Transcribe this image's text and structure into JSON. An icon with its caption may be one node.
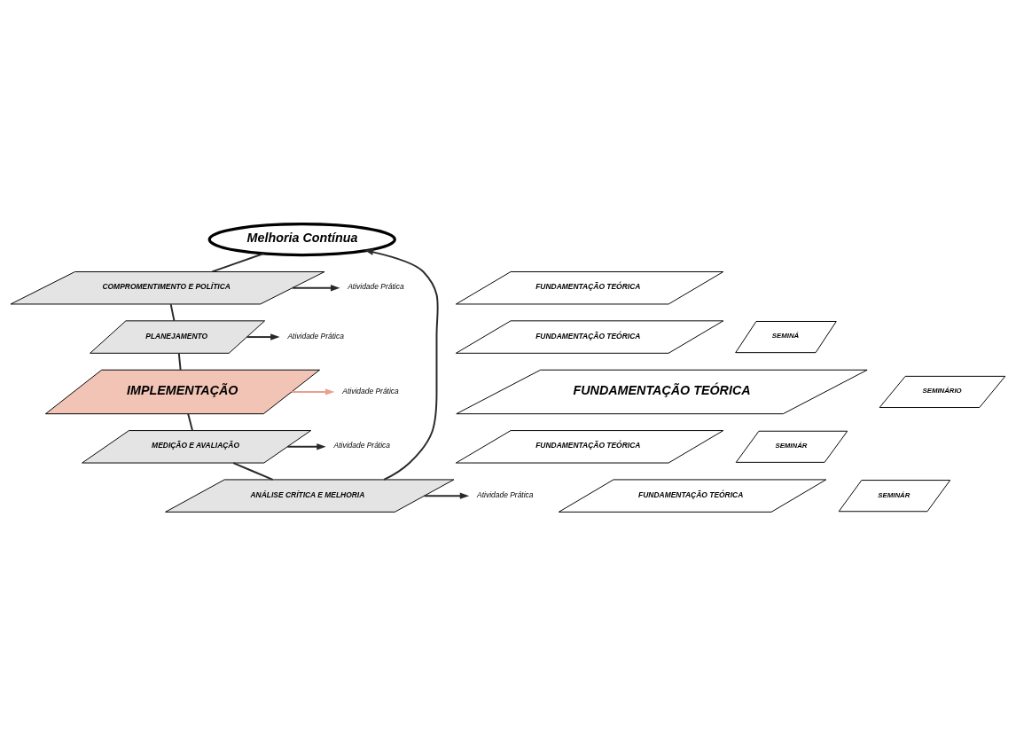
{
  "diagram": {
    "nodes": [
      {
        "text": [
          "Melhoria Contínua"
        ]
      },
      {
        "text": [
          "FUNDAMENTAÇÃO TEÓRICA"
        ]
      },
      {
        "text": [
          "COMPROMENTIMENTO E POLÍTICA"
        ]
      },
      {
        "text": [
          "Atividade Prática"
        ]
      },
      {
        "text": [
          "FUNDAMENTAÇÃO TEÓRICA"
        ]
      },
      {
        "text": [
          "ANÁLISE CRÍTICA E MELHORIA"
        ]
      },
      {
        "text": [
          "SEMINÁR"
        ]
      },
      {
        "text": [
          "Atividade Prática"
        ]
      },
      {
        "text": [
          "FUNDAMENTAÇÃO TEÓRICA"
        ]
      },
      {
        "text": [
          "PLANEJAMENTO"
        ]
      },
      {
        "text": [
          "SEMINÁ"
        ]
      },
      {
        "text": [
          "Atividade Prática"
        ]
      },
      {
        "text": [
          "FUNDAMENTAÇÃO TEÓRICA"
        ]
      },
      {
        "text": [
          "MEDIÇÃO E AVALIAÇÃO"
        ]
      },
      {
        "text": [
          "SEMINÁR"
        ]
      },
      {
        "text": [
          "Atividade Prática"
        ]
      },
      {
        "text": [
          "FUNDAMENTAÇÃO TEÓRICA"
        ]
      },
      {
        "text": [
          "IMPLEMENTAÇÃO"
        ]
      },
      {
        "text": [
          "SEMINÁRIO"
        ]
      },
      {
        "text": [
          "Atividade Prática"
        ]
      }
    ],
    "edges": [
      {
        "from": 0,
        "to": 2,
        "arrow": "none"
      },
      {
        "from": 2,
        "to": 9,
        "arrow": "none"
      },
      {
        "from": 9,
        "to": 17,
        "arrow": "none"
      },
      {
        "from": 17,
        "to": 13,
        "arrow": "none"
      },
      {
        "from": 13,
        "to": 5,
        "arrow": "none"
      },
      {
        "from": 5,
        "to": 0,
        "arrow": "to"
      },
      {
        "from": 2,
        "to": 3,
        "arrow": "to"
      },
      {
        "from": 5,
        "to": 7,
        "arrow": "to"
      },
      {
        "from": 9,
        "to": 11,
        "arrow": "to"
      },
      {
        "from": 13,
        "to": 15,
        "arrow": "to"
      },
      {
        "from": 17,
        "to": 19,
        "arrow": "to",
        "color": "#e8a090"
      }
    ]
  }
}
